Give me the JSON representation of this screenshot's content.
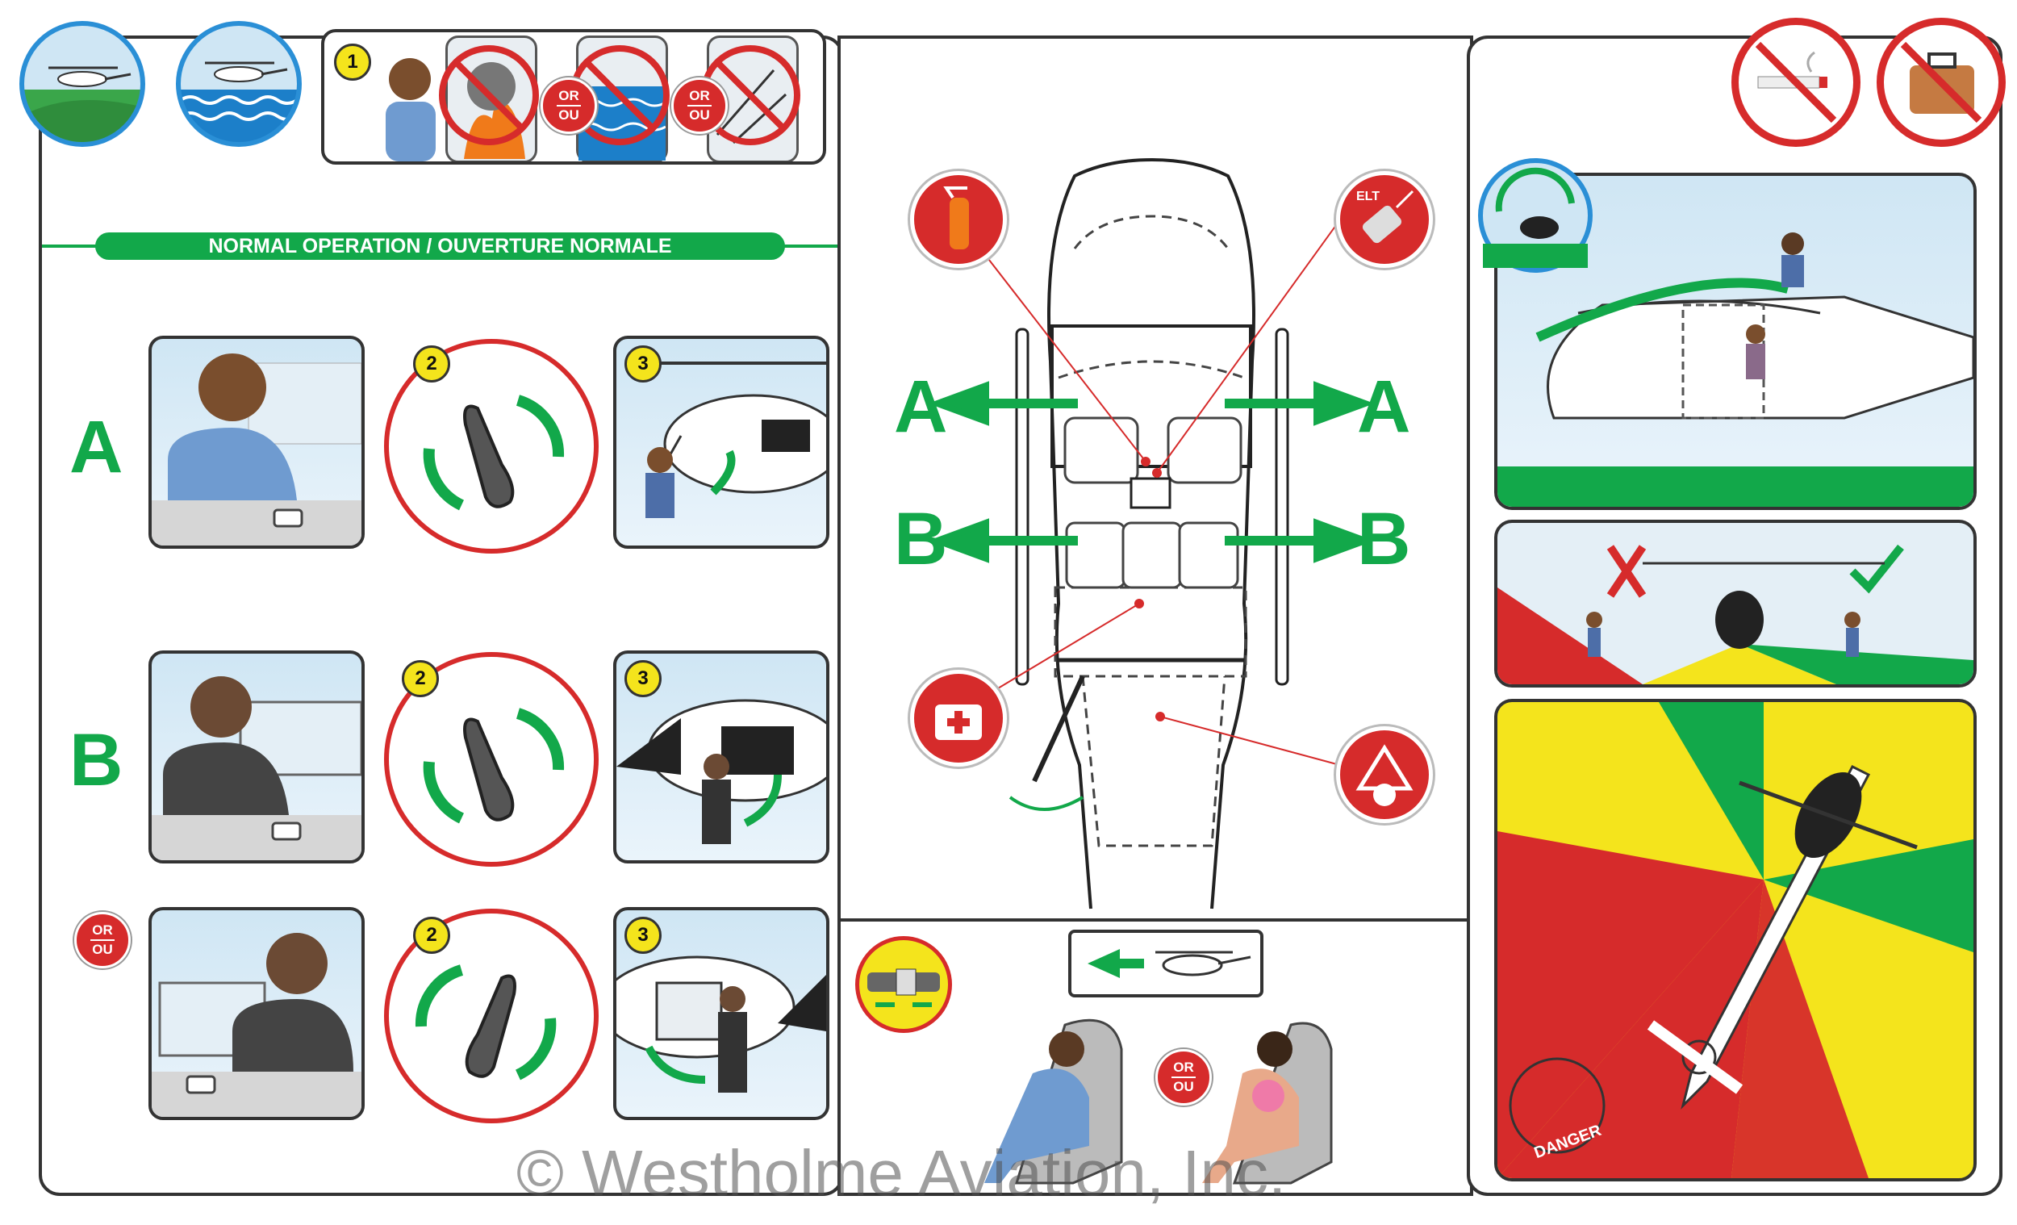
{
  "banner": {
    "text": "NORMAL OPERATION / OUVERTURE NORMALE"
  },
  "rows": [
    {
      "letter": "A"
    },
    {
      "letter": "B"
    }
  ],
  "steps": {
    "one": "1",
    "two": "2",
    "three": "3"
  },
  "or_badge": {
    "top": "OR",
    "bottom": "OU"
  },
  "diagram": {
    "exit_left_a": "A",
    "exit_right_a": "A",
    "exit_left_b": "B",
    "exit_right_b": "B",
    "elt_label": "ELT"
  },
  "danger": {
    "label": "DANGER"
  },
  "watermark": {
    "text": "© Westholme Aviation, Inc."
  },
  "colors": {
    "green": "#12a84a",
    "red": "#d62b2b",
    "yellow": "#f4e41c",
    "blue": "#2a8fd6"
  }
}
